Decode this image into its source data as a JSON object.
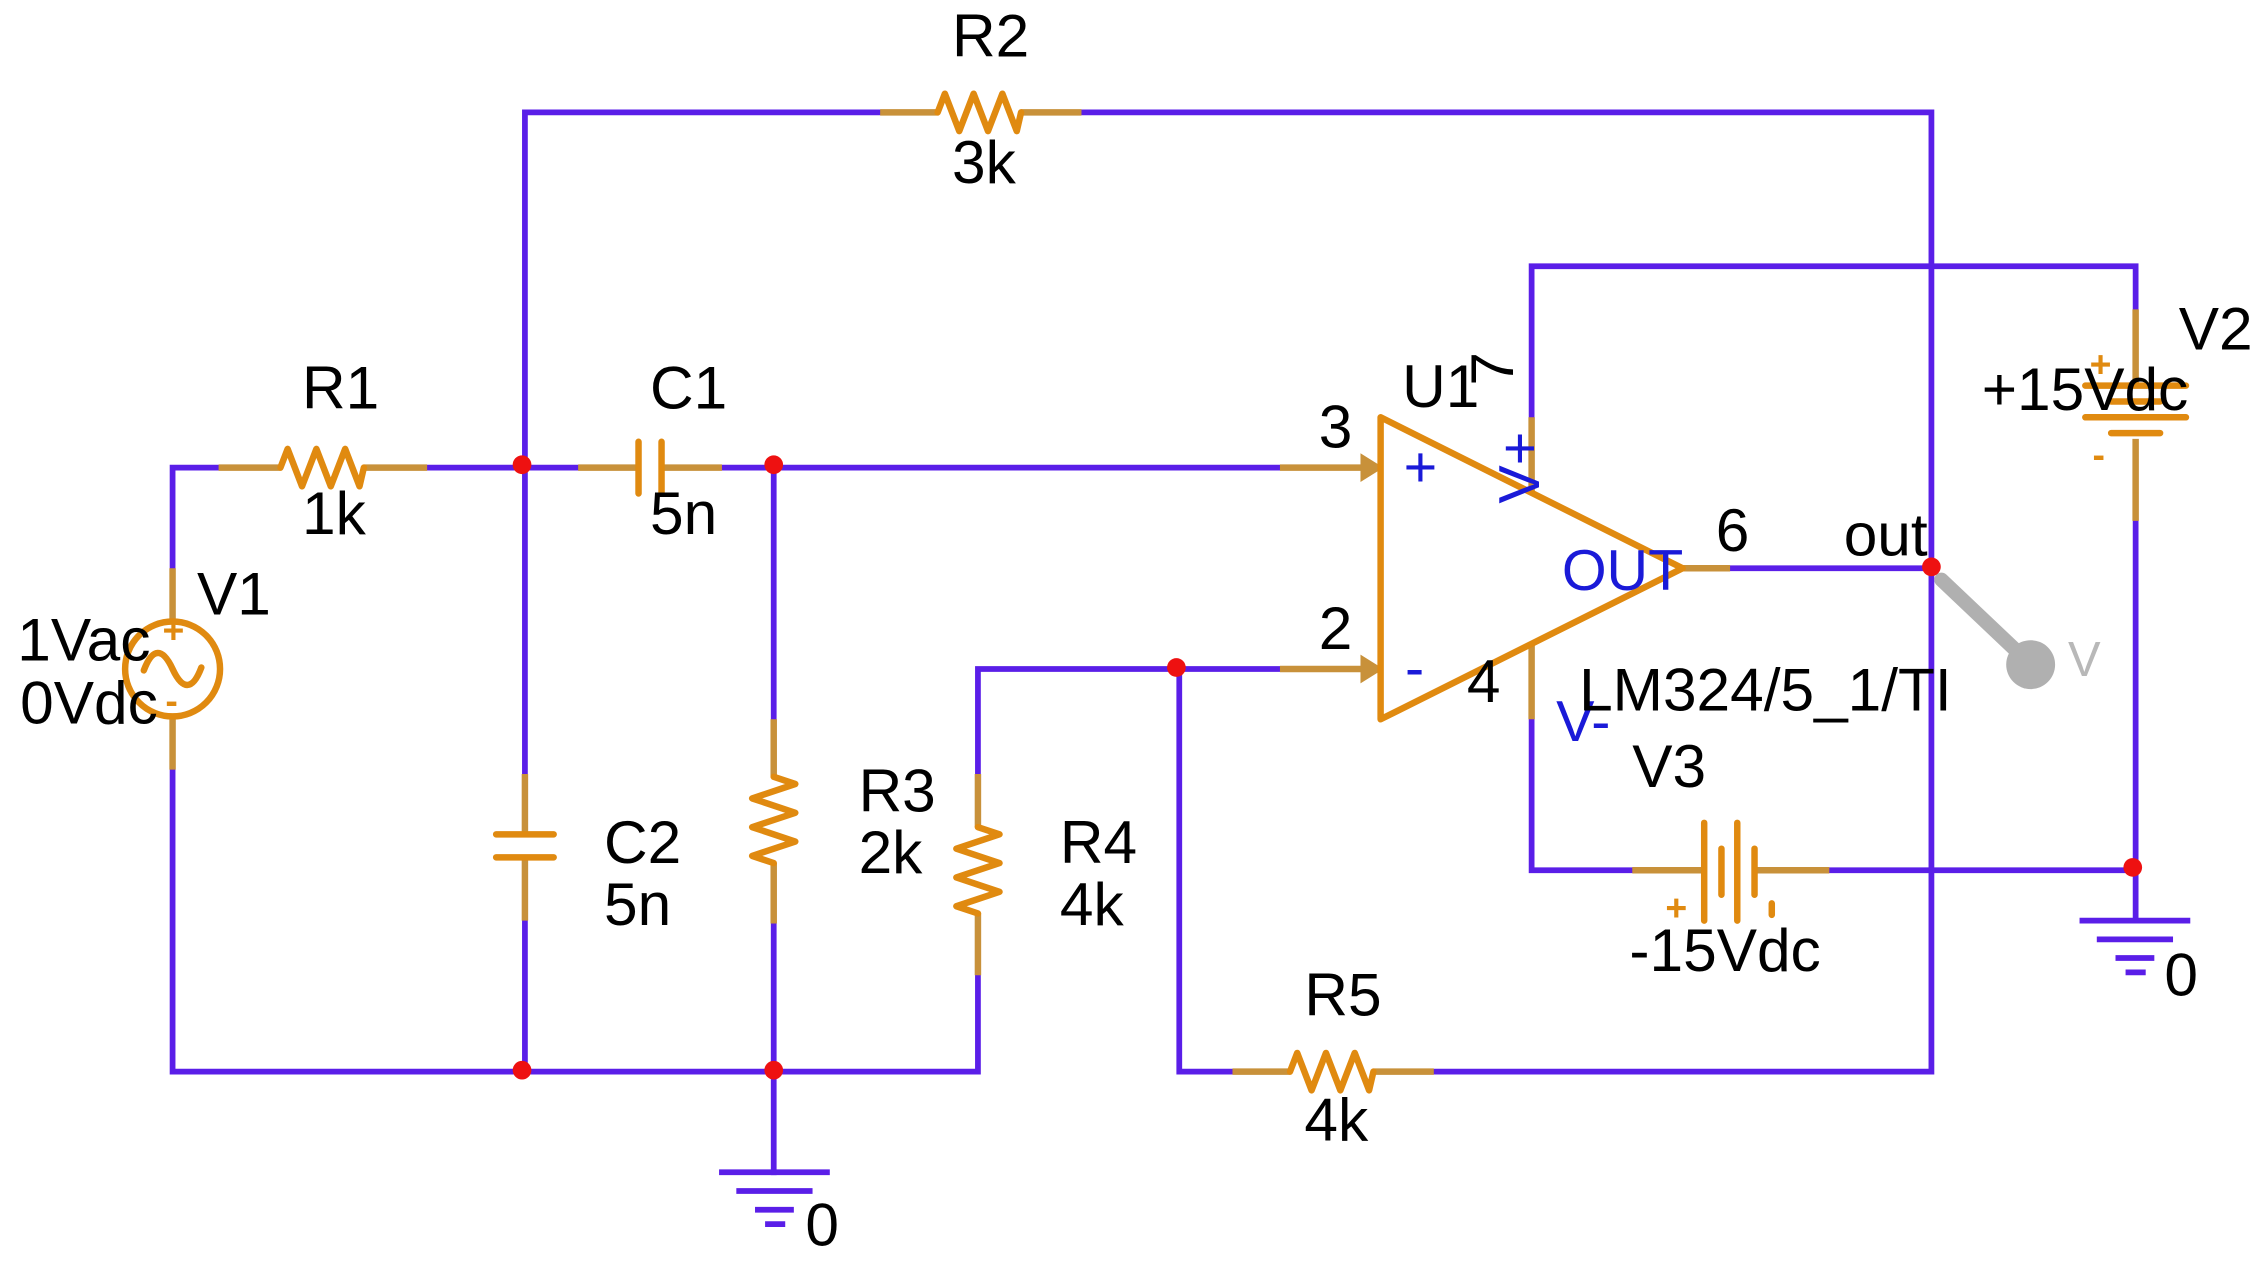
{
  "components": {
    "r1": {
      "ref": "R1",
      "value": "1k"
    },
    "r2": {
      "ref": "R2",
      "value": "3k"
    },
    "r3": {
      "ref": "R3",
      "value": "2k"
    },
    "r4": {
      "ref": "R4",
      "value": "4k"
    },
    "r5": {
      "ref": "R5",
      "value": "4k"
    },
    "c1": {
      "ref": "C1",
      "value": "5n"
    },
    "c2": {
      "ref": "C2",
      "value": "5n"
    },
    "v1": {
      "ref": "V1",
      "ac": "1Vac",
      "dc": "0Vdc"
    },
    "v2": {
      "ref": "V2",
      "value": "+15Vdc"
    },
    "v3": {
      "ref": "V3",
      "value": "-15Vdc"
    },
    "u1": {
      "ref": "U1",
      "part": "LM324/5_1/TI",
      "pin_noninv_num": "3",
      "pin_inv_num": "2",
      "pin_out_num": "6",
      "pin_vpos_num": "7",
      "pin_vneg_num": "4",
      "plus_sign": "+",
      "minus_sign": "-",
      "out_label": "OUT",
      "vpos_label": "V+",
      "vneg_label": "V-"
    }
  },
  "nets": {
    "out_label": "out"
  },
  "grounds": [
    {
      "label": "0"
    },
    {
      "label": "0"
    }
  ],
  "probe": {
    "label": "V"
  },
  "polarity": {
    "plus": "+",
    "minus": "-"
  },
  "colors": {
    "wire": "#5a1ee8",
    "component": "#e08a10",
    "lead": "#c8913a",
    "junction": "#ee1111",
    "pin_text": "#1a1ad8",
    "probe": "#b0b0b0"
  }
}
